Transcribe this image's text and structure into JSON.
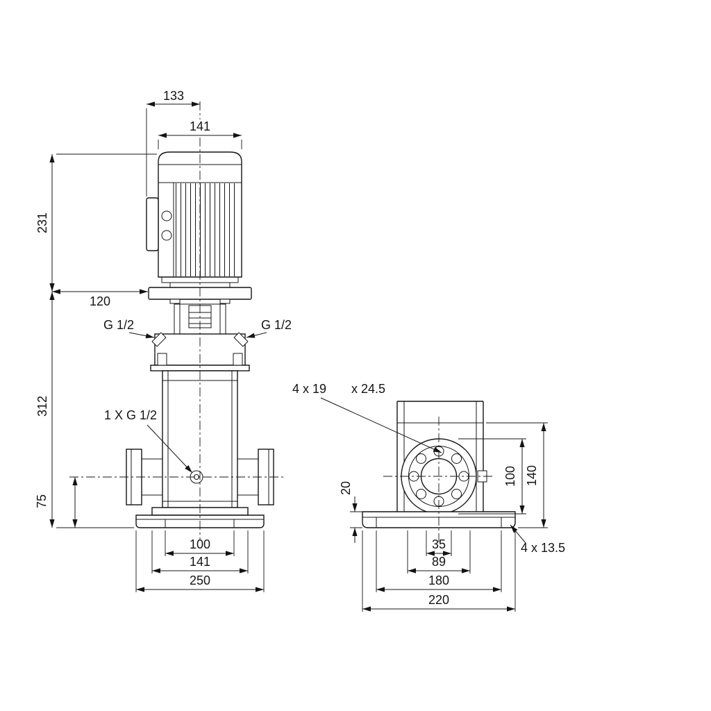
{
  "front_view": {
    "dim_133": "133",
    "dim_141_motor": "141",
    "dim_231": "231",
    "dim_120": "120",
    "dim_312": "312",
    "dim_75": "75",
    "port_left": "G 1/2",
    "port_right": "G 1/2",
    "drain_port": "1 X G 1/2",
    "dim_100": "100",
    "dim_141_base": "141",
    "dim_250": "250"
  },
  "side_view": {
    "flange_holes": "4 x 19",
    "flange_counterbore": "x 24.5",
    "dim_20": "20",
    "dim_100": "100",
    "dim_140": "140",
    "dim_35": "35",
    "dim_89": "89",
    "dim_180": "180",
    "dim_220": "220",
    "base_holes": "4 x 13.5"
  }
}
